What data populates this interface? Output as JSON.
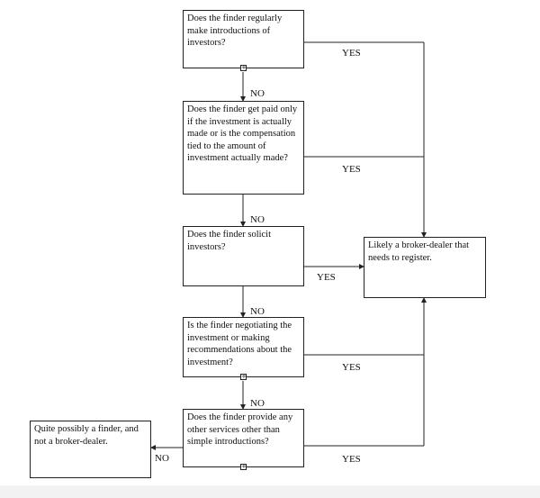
{
  "questions": [
    {
      "text": "Does the finder regularly make introductions of investors?",
      "yes_label": "YES",
      "no_label": "NO"
    },
    {
      "text": "Does the finder get paid only if the investment is actually made or is the compensation tied to the amount of investment actually made?",
      "yes_label": "YES",
      "no_label": "NO"
    },
    {
      "text": "Does the finder solicit investors?",
      "yes_label": "YES",
      "no_label": "NO"
    },
    {
      "text": "Is the finder negotiating the investment or making recommendations about the investment?",
      "yes_label": "YES",
      "no_label": "NO"
    },
    {
      "text": "Does the finder provide any other services other than simple introductions?",
      "yes_label": "YES",
      "no_label": "NO"
    }
  ],
  "outcomes": {
    "broker_dealer": "Likely a broker-dealer that needs to register.",
    "finder": "Quite possibly a finder, and not a broker-dealer."
  },
  "expander_glyph": "+"
}
